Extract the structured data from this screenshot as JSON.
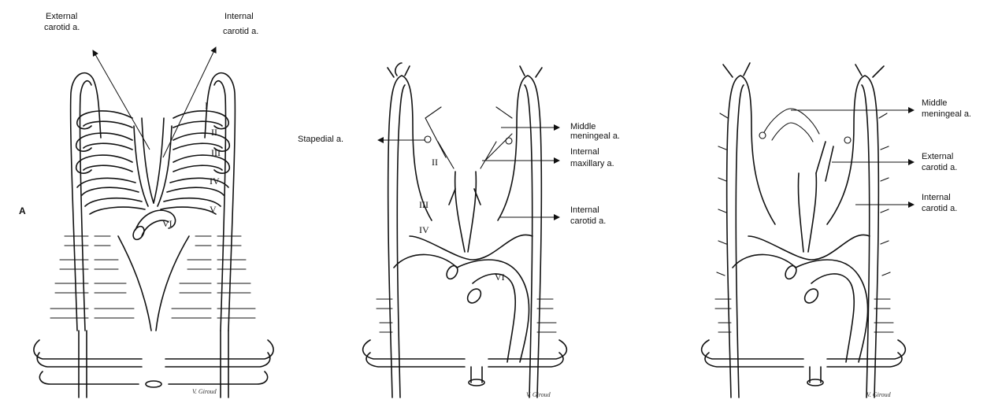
{
  "panel_a": {
    "letter": "A",
    "labels": {
      "external_carotid": [
        "External",
        "carotid a."
      ],
      "internal_carotid": [
        "Internal",
        "carotid a."
      ]
    },
    "arches": [
      "I",
      "II",
      "III",
      "IV",
      "V",
      "VI"
    ],
    "signature": "V. Giroud"
  },
  "panel_b": {
    "labels": {
      "stapedial": "Stapedial a.",
      "middle_meningeal": [
        "Middle",
        "meningeal a."
      ],
      "internal_maxillary": [
        "Internal",
        "maxillary a."
      ],
      "internal_carotid": [
        "Internal",
        "carotid a."
      ]
    },
    "arches": [
      "II",
      "III",
      "IV",
      "VI"
    ],
    "signature": "V. Giroud"
  },
  "panel_c": {
    "labels": {
      "middle_meningeal": [
        "Middle",
        "meningeal a."
      ],
      "external_carotid": [
        "External",
        "carotid a."
      ],
      "internal_carotid": [
        "Internal",
        "carotid a."
      ]
    },
    "signature": "V. Giroud"
  }
}
